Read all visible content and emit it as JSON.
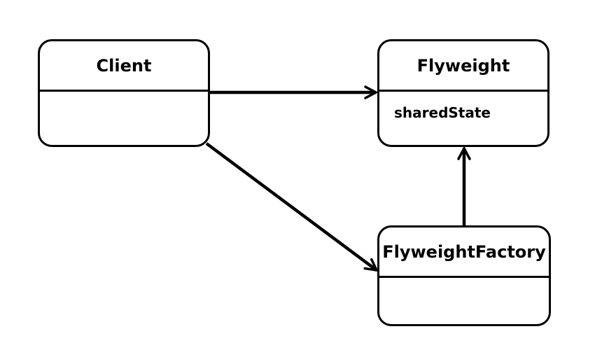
{
  "diagram": {
    "classes": [
      {
        "id": "client",
        "name": "Client",
        "attributes": []
      },
      {
        "id": "flyweight",
        "name": "Flyweight",
        "attributes": [
          "sharedState"
        ]
      },
      {
        "id": "factory",
        "name": "FlyweightFactory",
        "attributes": []
      }
    ],
    "relations": [
      {
        "from": "Client",
        "to": "Flyweight"
      },
      {
        "from": "Client",
        "to": "FlyweightFactory"
      },
      {
        "from": "FlyweightFactory",
        "to": "Flyweight"
      }
    ],
    "colors": {
      "stroke": "#000000",
      "background": "#ffffff"
    }
  }
}
